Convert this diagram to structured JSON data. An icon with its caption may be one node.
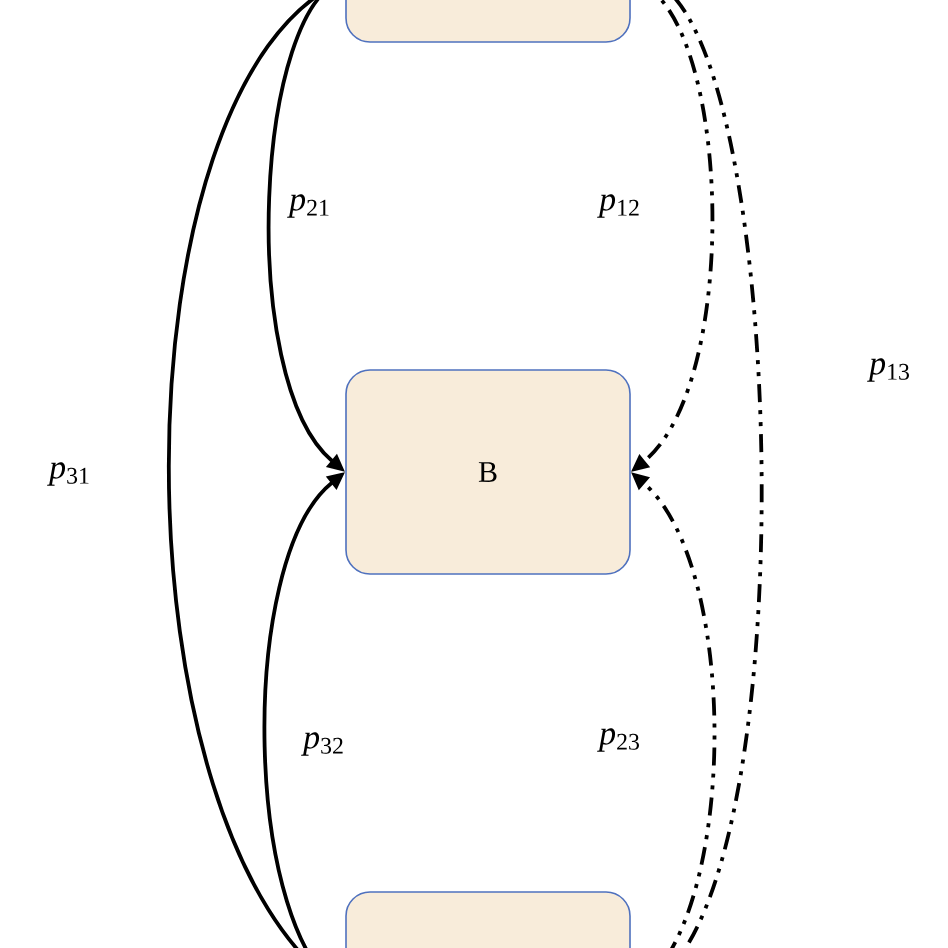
{
  "diagram": {
    "nodes": [
      {
        "text": [],
        "shape": "box"
      },
      {
        "text": [
          "B"
        ]
      },
      {
        "text": [],
        "shape": "box"
      }
    ],
    "edges": [
      {
        "from": 0,
        "to": 1,
        "arrow": "to",
        "label": "*p*$_{21}$"
      },
      {
        "from": 2,
        "to": 0,
        "arrow": "none",
        "label": "*p*$_{31}$"
      },
      {
        "from": 2,
        "to": 1,
        "arrow": "to",
        "label": "*p*$_{32}$"
      },
      {
        "from": 0,
        "to": 1,
        "arrow": "to",
        "style": "dashed",
        "label": "*p*$_{12}$"
      },
      {
        "from": 2,
        "to": 1,
        "arrow": "to",
        "style": "dashed",
        "label": "*p*$_{23}$"
      },
      {
        "from": 0,
        "to": 2,
        "arrow": "none",
        "style": "dashed",
        "label": "*p*$_{13}$"
      }
    ]
  }
}
